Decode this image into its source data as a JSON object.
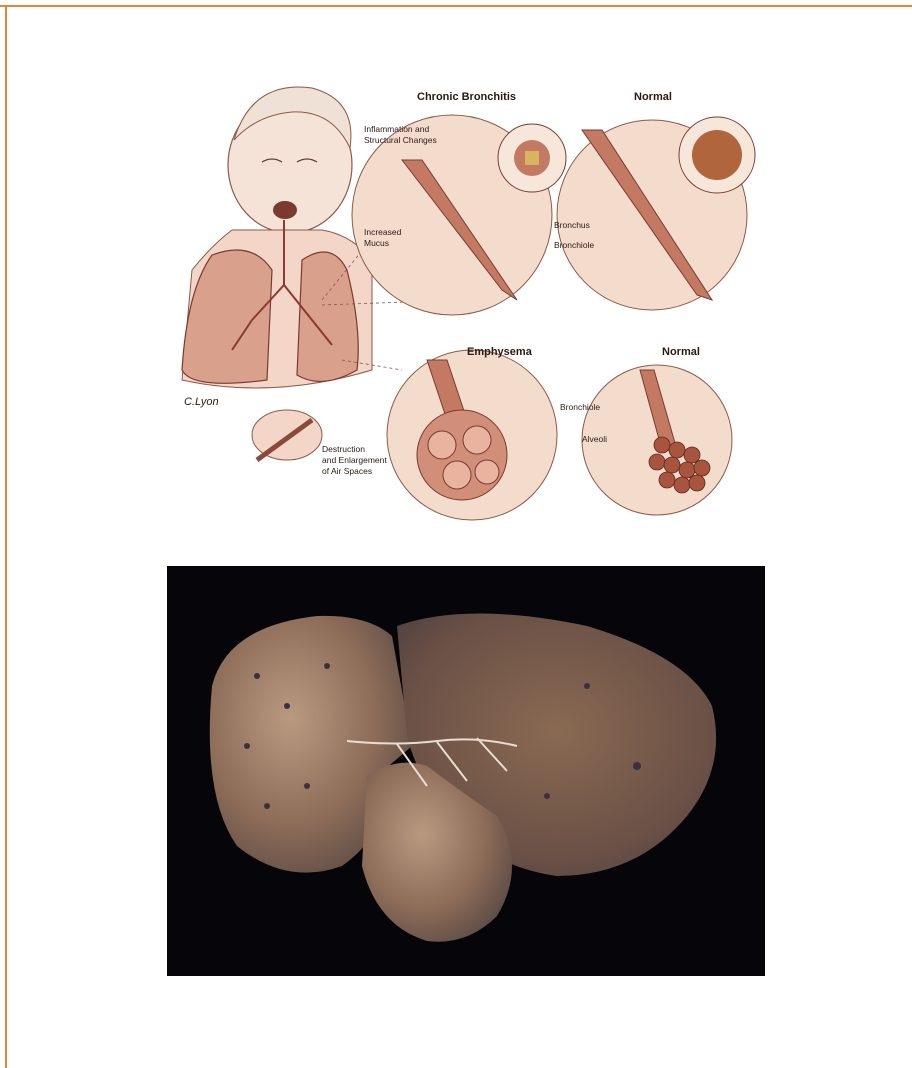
{
  "illustration": {
    "headings": {
      "chronic_bronchitis": "Chronic Bronchitis",
      "normal_top": "Normal",
      "emphysema": "Emphysema",
      "normal_bottom": "Normal"
    },
    "labels": {
      "inflammation_line1": "Inflammation and",
      "inflammation_line2": "Structural Changes",
      "increased_line1": "Increased",
      "increased_line2": "Mucus",
      "bronchus": "Bronchus",
      "bronchiole_top": "Bronchiole",
      "bronchiole_bottom": "Bronchiole",
      "alveoli": "Alveoli",
      "destruction_line1": "Destruction",
      "destruction_line2": "and Enlargement",
      "destruction_line3": "of Air Spaces"
    },
    "signature": "C.Lyon"
  },
  "colors": {
    "frame": "#d98a3a",
    "skin": "#f3d6c8",
    "tissue": "#c47a62",
    "photo_bg": "#06060a"
  }
}
